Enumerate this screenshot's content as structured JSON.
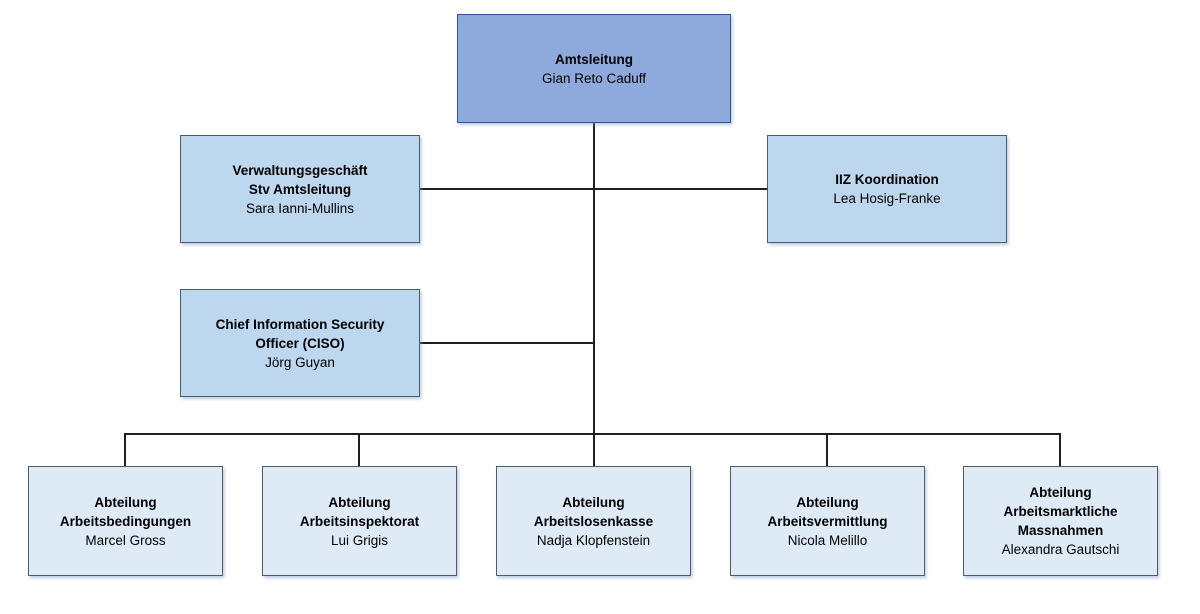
{
  "diagram": {
    "type": "org-chart"
  },
  "colors": {
    "canvas_bg": "#ffffff",
    "top_fill": "#8ea9db",
    "top_border": "#33538f",
    "mid_fill": "#bdd7ee",
    "bottom_fill": "#deebf7",
    "box_border": "#545c63",
    "connector": "#1f1f1f",
    "text": "#000000"
  },
  "nodes": {
    "amtsleitung": {
      "title": "Amtsleitung",
      "person": "Gian Reto Caduff"
    },
    "verwaltungsgeschaeft": {
      "title": "Verwaltungsgeschäft\nStv Amtsleitung",
      "person": "Sara Ianni-Mullins"
    },
    "iiz_koordination": {
      "title": "IIZ Koordination",
      "person": "Lea Hosig-Franke"
    },
    "ciso": {
      "title": "Chief Information Security\nOfficer (CISO)",
      "person": "Jörg Guyan"
    },
    "arbeitsbedingungen": {
      "title": "Abteilung\nArbeitsbedingungen",
      "person": "Marcel Gross"
    },
    "arbeitsinspektorat": {
      "title": "Abteilung\nArbeitsinspektorat",
      "person": "Lui Grigis"
    },
    "arbeitslosenkasse": {
      "title": "Abteilung\nArbeitslosenkasse",
      "person": "Nadja Klopfenstein"
    },
    "arbeitsvermittlung": {
      "title": "Abteilung\nArbeitsvermittlung",
      "person": "Nicola Melillo"
    },
    "arbeitsmarktliche": {
      "title": "Abteilung\nArbeitsmarktliche\nMassnahmen",
      "person": "Alexandra Gautschi"
    }
  },
  "hierarchy": {
    "root": "amtsleitung",
    "staff_positions": [
      "verwaltungsgeschaeft",
      "iiz_koordination",
      "ciso"
    ],
    "departments": [
      "arbeitsbedingungen",
      "arbeitsinspektorat",
      "arbeitslosenkasse",
      "arbeitsvermittlung",
      "arbeitsmarktliche"
    ]
  }
}
